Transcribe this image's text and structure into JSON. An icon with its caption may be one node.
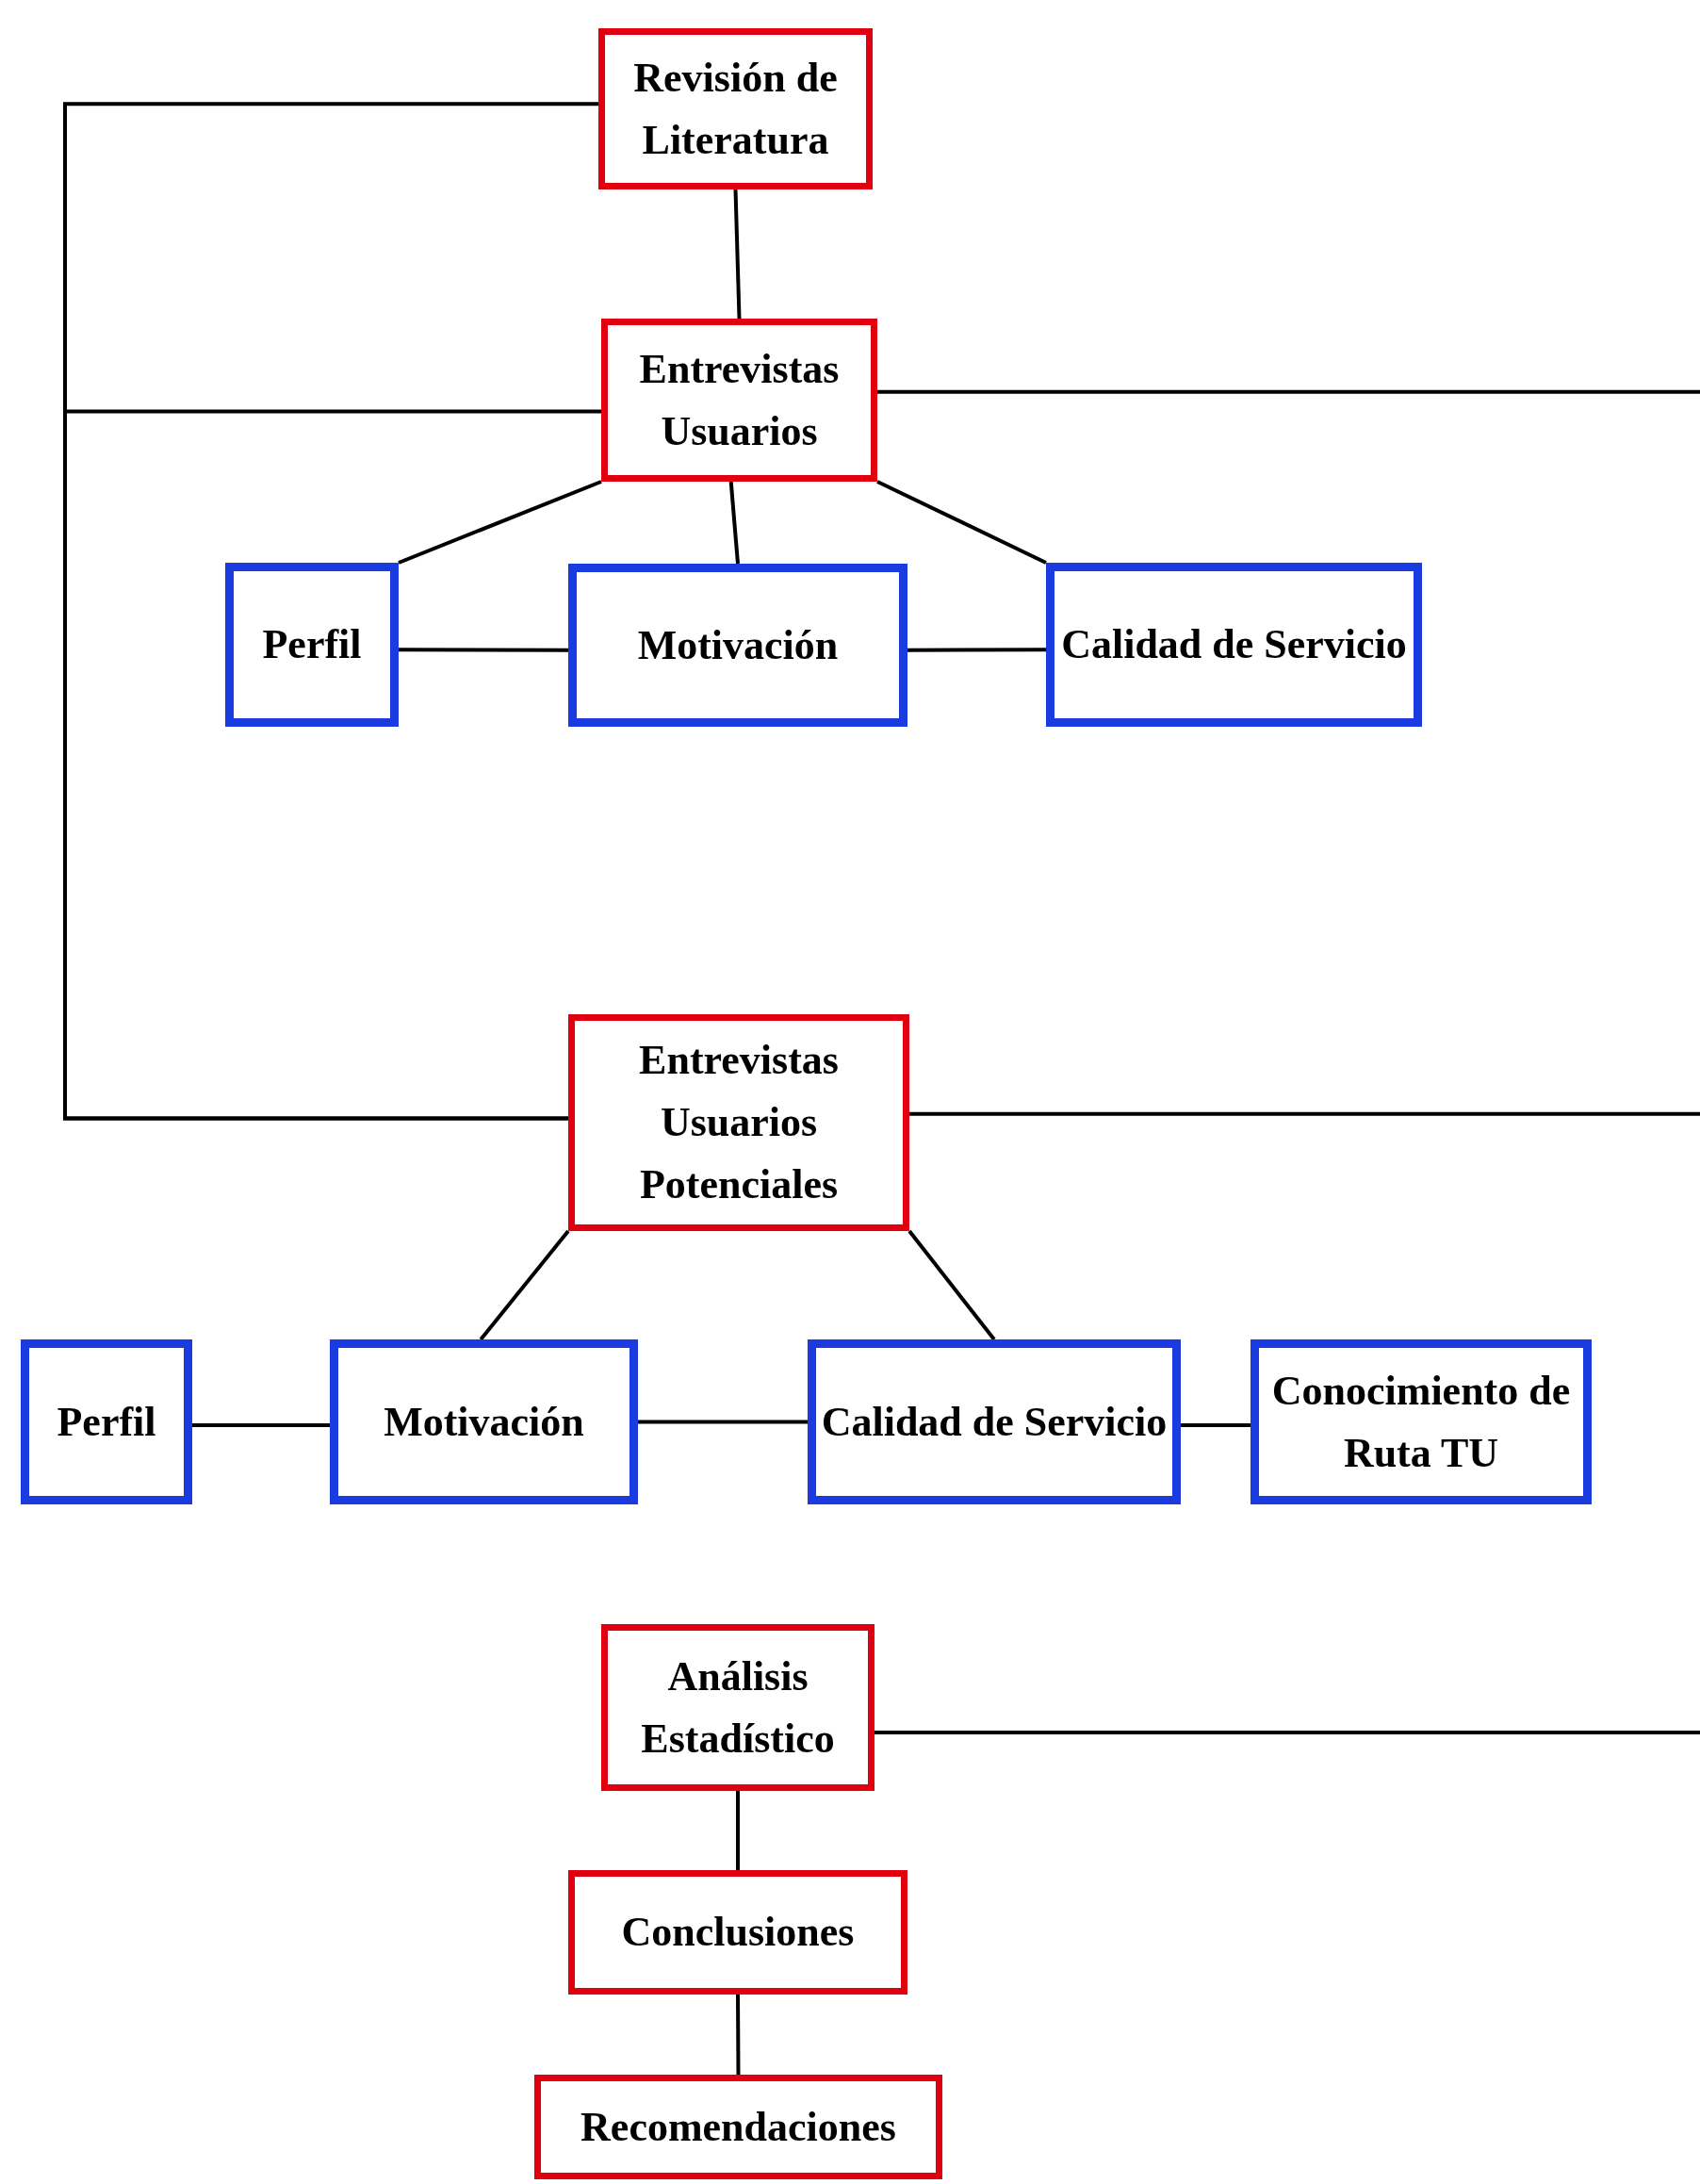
{
  "diagram": {
    "nodes": [
      {
        "text": [
          "Revisión de Literatura"
        ]
      },
      {
        "text": [
          "Entrevistas Usuarios"
        ]
      },
      {
        "text": [
          "Perfil"
        ]
      },
      {
        "text": [
          "Motivación"
        ]
      },
      {
        "text": [
          "Calidad de Servicio"
        ]
      },
      {
        "text": [
          "Entrevistas Usuarios Potenciales"
        ]
      },
      {
        "text": [
          "Perfil"
        ]
      },
      {
        "text": [
          "Motivación"
        ]
      },
      {
        "text": [
          "Calidad de Servicio"
        ]
      },
      {
        "text": [
          "Conocimiento de Ruta TU"
        ]
      },
      {
        "text": [
          "Análisis Estadístico"
        ]
      },
      {
        "text": [
          "Conclusiones"
        ]
      },
      {
        "text": [
          "Recomendaciones"
        ]
      }
    ],
    "edges": [
      {
        "from": 0,
        "to": 1,
        "arrow": "none"
      },
      {
        "from": 0,
        "to": 5,
        "arrow": "none"
      },
      {
        "from": 1,
        "to": 5,
        "arrow": "none"
      },
      {
        "from": 1,
        "to": null,
        "arrow": "none"
      },
      {
        "from": 1,
        "to": 2,
        "arrow": "none"
      },
      {
        "from": 1,
        "to": 3,
        "arrow": "none"
      },
      {
        "from": 1,
        "to": 4,
        "arrow": "none"
      },
      {
        "from": 2,
        "to": 3,
        "arrow": "none"
      },
      {
        "from": 3,
        "to": 4,
        "arrow": "none"
      },
      {
        "from": 5,
        "to": null,
        "arrow": "none"
      },
      {
        "from": 5,
        "to": 7,
        "arrow": "none"
      },
      {
        "from": 5,
        "to": 8,
        "arrow": "none"
      },
      {
        "from": 6,
        "to": 7,
        "arrow": "none"
      },
      {
        "from": 7,
        "to": 8,
        "arrow": "none"
      },
      {
        "from": 8,
        "to": 9,
        "arrow": "none"
      },
      {
        "from": 10,
        "to": null,
        "arrow": "none"
      },
      {
        "from": 10,
        "to": 11,
        "arrow": "none"
      },
      {
        "from": 11,
        "to": 12,
        "arrow": "none"
      }
    ]
  }
}
